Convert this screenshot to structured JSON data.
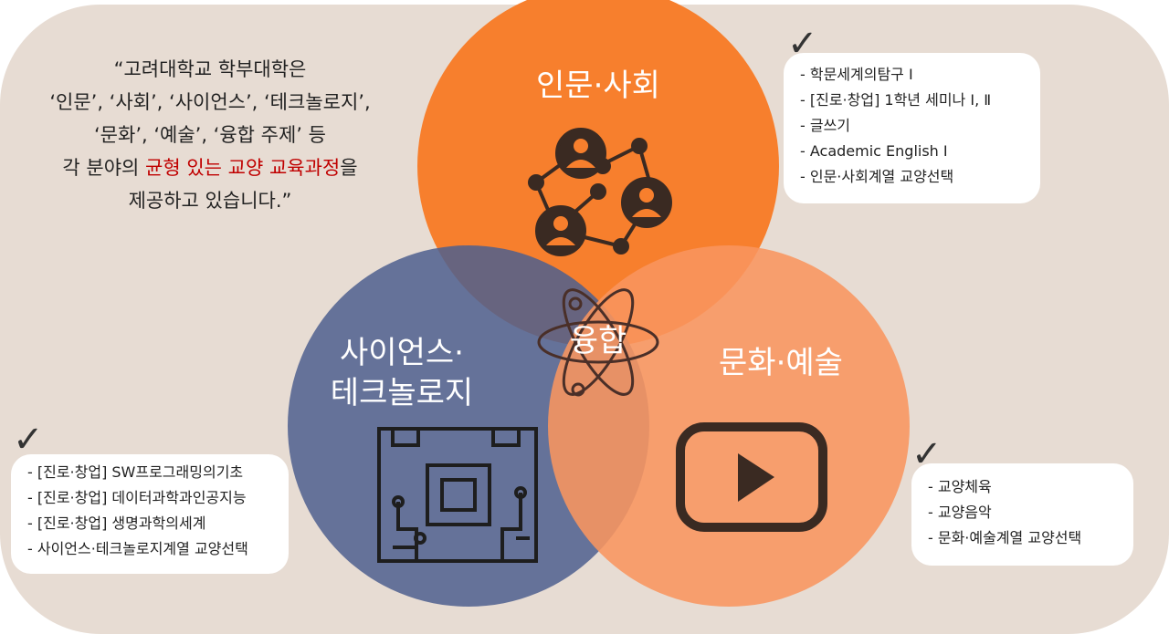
{
  "quote": {
    "line1": "“고려대학교 학부대학은",
    "line2": "‘인문’, ‘사회’, ‘사이언스’, ‘테크놀로지’,",
    "line3": "‘문화’, ‘예술’, ‘융합 주제’ 등",
    "line4_pre": "각 분야의 ",
    "line4_highlight": "균형 있는 교양 교육과정",
    "line4_post": "을",
    "line5": "제공하고 있습니다.”"
  },
  "circles": {
    "humanities": {
      "title": "인문·사회",
      "color": "#f77f2d"
    },
    "science": {
      "title_line1": "사이언스·",
      "title_line2": "테크놀로지",
      "color": "#5a6a94"
    },
    "culture": {
      "title": "문화·예술",
      "color": "#f79a66"
    },
    "center": {
      "title": "융합"
    }
  },
  "highlight_color": "#c00000",
  "boxes": {
    "humanities": [
      "- 학문세계의탐구 Ⅰ",
      "- [진로·창업] 1학년 세미나 Ⅰ, Ⅱ",
      "- 글쓰기",
      "- Academic English Ⅰ",
      "- 인문·사회계열 교양선택"
    ],
    "science": [
      "- [진로·창업] SW프로그래밍의기초",
      "- [진로·창업] 데이터과학과인공지능",
      "- [진로·창업] 생명과학의세계",
      "- 사이언스·테크놀로지계열 교양선택"
    ],
    "culture": [
      "- 교양체육",
      "- 교양음악",
      "- 문화·예술계열 교양선택"
    ]
  }
}
